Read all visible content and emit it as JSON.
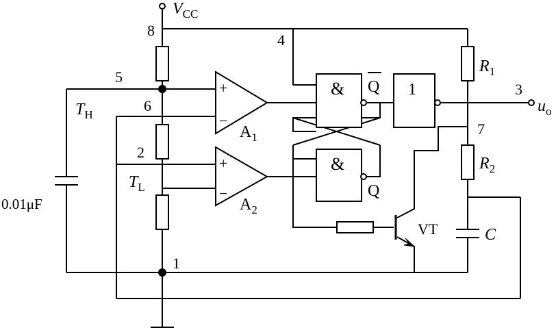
{
  "supply_label": "V",
  "supply_sub": "CC",
  "pins": {
    "p8": "8",
    "p4": "4",
    "p5": "5",
    "p6": "6",
    "p2": "2",
    "p7": "7",
    "p3": "3",
    "p1": "1"
  },
  "threshold_high": {
    "letter": "T",
    "sub": "H"
  },
  "threshold_low": {
    "letter": "T",
    "sub": "L"
  },
  "capacitor_value": "0.01μF",
  "comparator1": {
    "letter": "A",
    "sub": "1",
    "plus": "+",
    "minus": "−"
  },
  "comparator2": {
    "letter": "A",
    "sub": "2",
    "plus": "+",
    "minus": "−"
  },
  "gate_and": "&",
  "gate_not": "1",
  "q_bar": "Q",
  "q": "Q",
  "transistor_label": "VT",
  "r1": {
    "letter": "R",
    "sub": "1"
  },
  "r2": {
    "letter": "R",
    "sub": "2"
  },
  "cap_c": "C",
  "output": {
    "letter": "u",
    "sub": "o"
  }
}
